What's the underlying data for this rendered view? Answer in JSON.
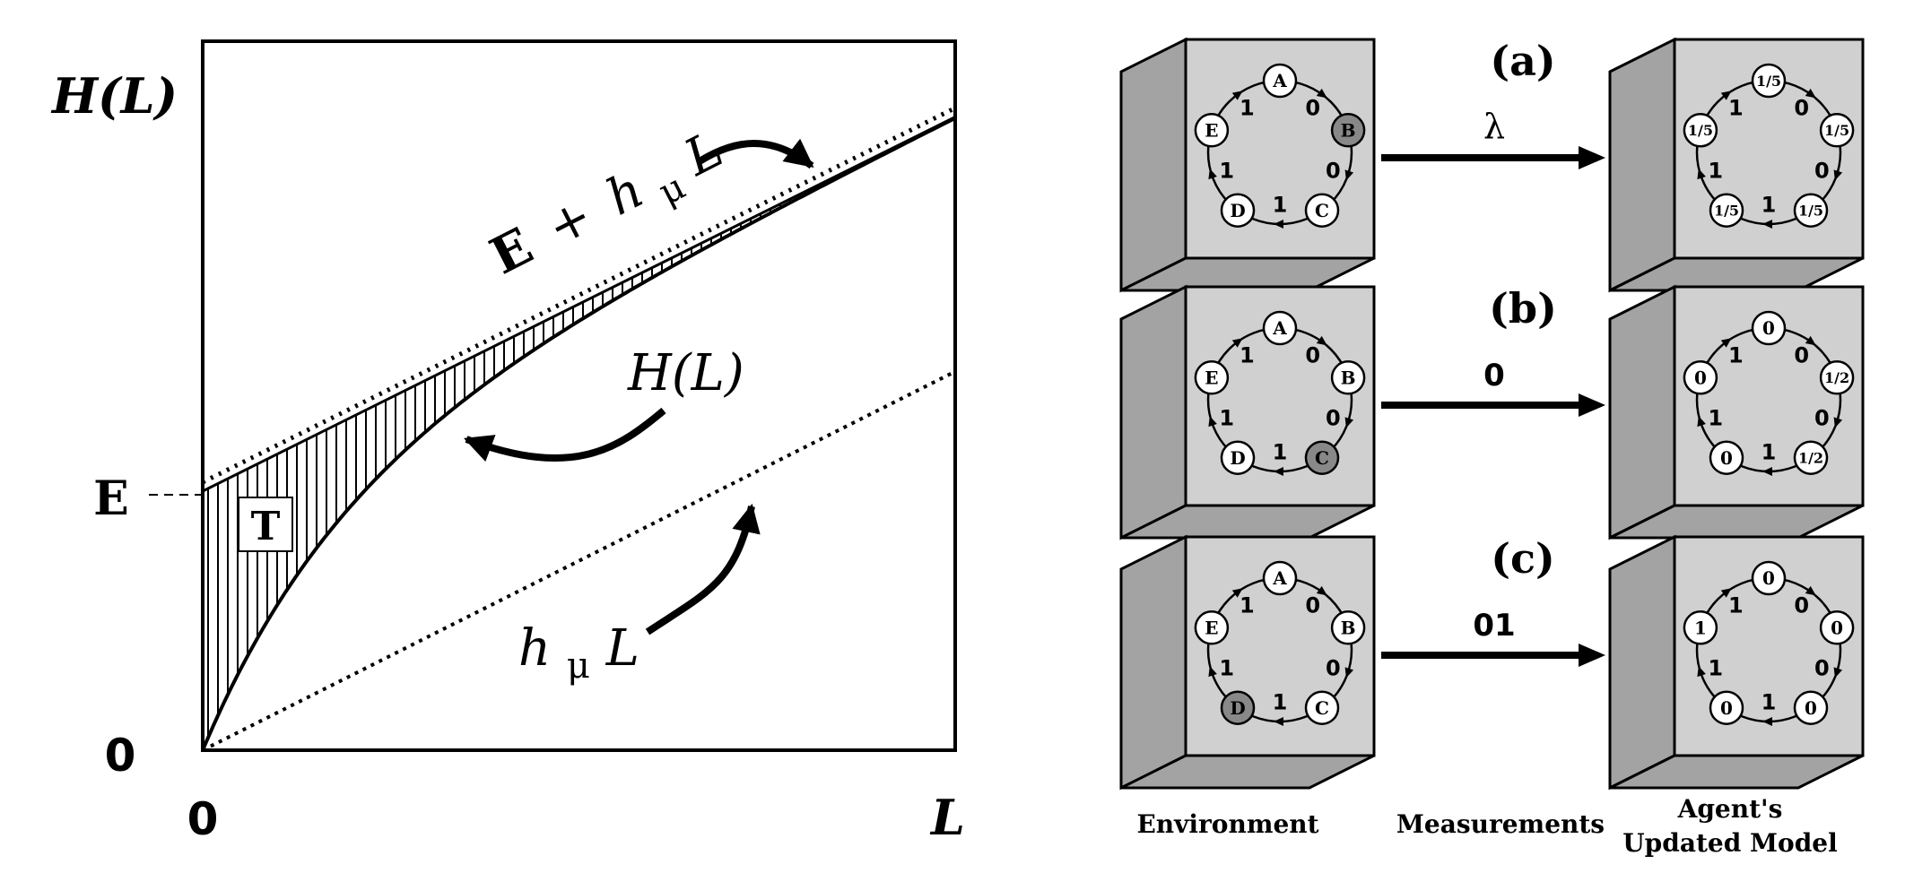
{
  "left_graph": {
    "y_axis_label": "H(L)",
    "x_axis_label": "L",
    "origin_y_label": "0",
    "origin_x_label": "0",
    "e_tick_label": "E",
    "transient_label": "T",
    "asymptote_label_e": "E",
    "asymptote_label_plus": "+",
    "asymptote_label_h": "h",
    "asymptote_label_mu": "μ",
    "asymptote_label_l": "L",
    "curve_label": "H(L)",
    "linear_label_h": "h",
    "linear_label_mu": "μ",
    "linear_label_l": "L"
  },
  "rows": [
    {
      "panel_label": "(a)",
      "measurement": "λ",
      "environment": {
        "nodes": [
          "A",
          "B",
          "C",
          "D",
          "E"
        ],
        "highlighted": "B"
      },
      "model": {
        "values": [
          "1/5",
          "1/5",
          "1/5",
          "1/5",
          "1/5"
        ]
      }
    },
    {
      "panel_label": "(b)",
      "measurement": "0",
      "environment": {
        "nodes": [
          "A",
          "B",
          "C",
          "D",
          "E"
        ],
        "highlighted": "C"
      },
      "model": {
        "values": [
          "0",
          "1/2",
          "1/2",
          "0",
          "0"
        ]
      }
    },
    {
      "panel_label": "(c)",
      "measurement": "01",
      "environment": {
        "nodes": [
          "A",
          "B",
          "C",
          "D",
          "E"
        ],
        "highlighted": "D"
      },
      "model": {
        "values": [
          "0",
          "0",
          "0",
          "0",
          "1"
        ]
      }
    }
  ],
  "edge_labels": [
    "0",
    "0",
    "1",
    "1",
    "1"
  ],
  "footer": {
    "environment": "Environment",
    "measurements": "Measurements",
    "model_line1": "Agent's",
    "model_line2": "Updated Model"
  },
  "colors": {
    "box_face": "#d0d0d0",
    "box_side": "#a3a3a3",
    "highlight_node": "#888888",
    "stroke": "#000000"
  }
}
